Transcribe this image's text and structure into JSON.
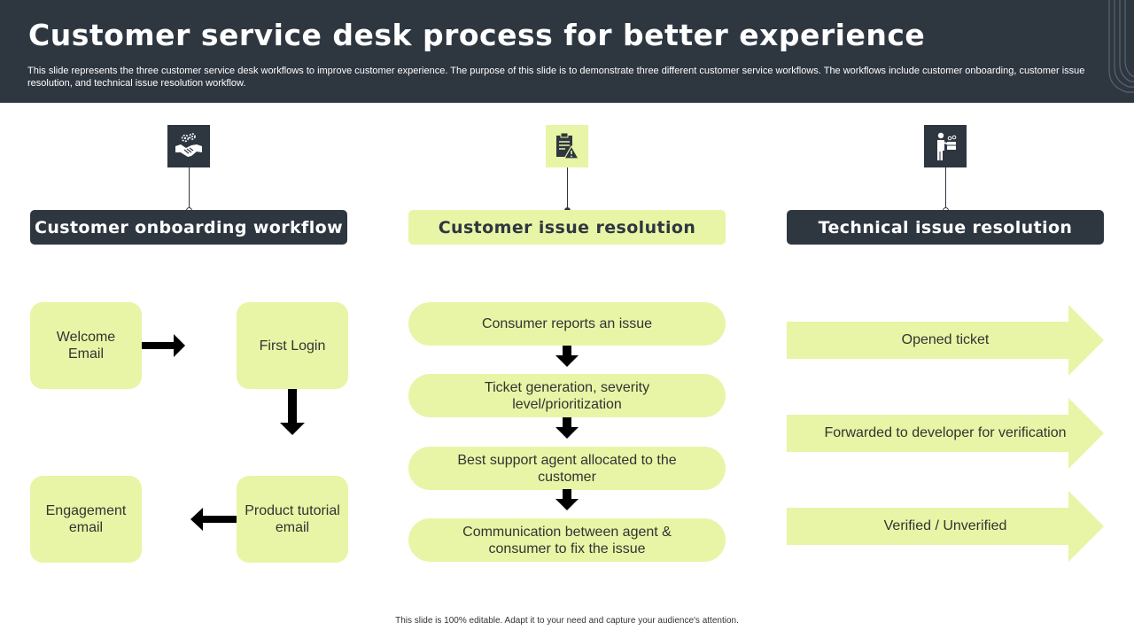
{
  "slide": {
    "title": "Customer service desk process for better experience",
    "subtitle": "This slide represents the three customer service desk workflows to improve customer experience. The purpose of this slide is to demonstrate three different customer service workflows. The workflows include customer onboarding, customer issue resolution, and technical issue resolution workflow.",
    "footer": "This slide is 100% editable. Adapt it to your need and capture your audience's attention."
  },
  "colors": {
    "dark": "#2e3640",
    "accent": "#e8f5a6",
    "white": "#ffffff"
  },
  "columns": [
    {
      "title": "Customer onboarding workflow",
      "icon": "handshake-gears-icon",
      "steps": [
        "Welcome Email",
        "First Login",
        "Product tutorial email",
        "Engagement email"
      ]
    },
    {
      "title": "Customer issue resolution",
      "icon": "clipboard-warning-icon",
      "steps": [
        "Consumer reports an issue",
        "Ticket generation, severity level/prioritization",
        "Best support agent allocated to the customer",
        "Communication between agent & consumer to fix the issue"
      ]
    },
    {
      "title": "Technical issue resolution",
      "icon": "person-with-box-icon",
      "steps": [
        "Opened ticket",
        "Forwarded to developer for verification",
        "Verified / Unverified"
      ]
    }
  ]
}
